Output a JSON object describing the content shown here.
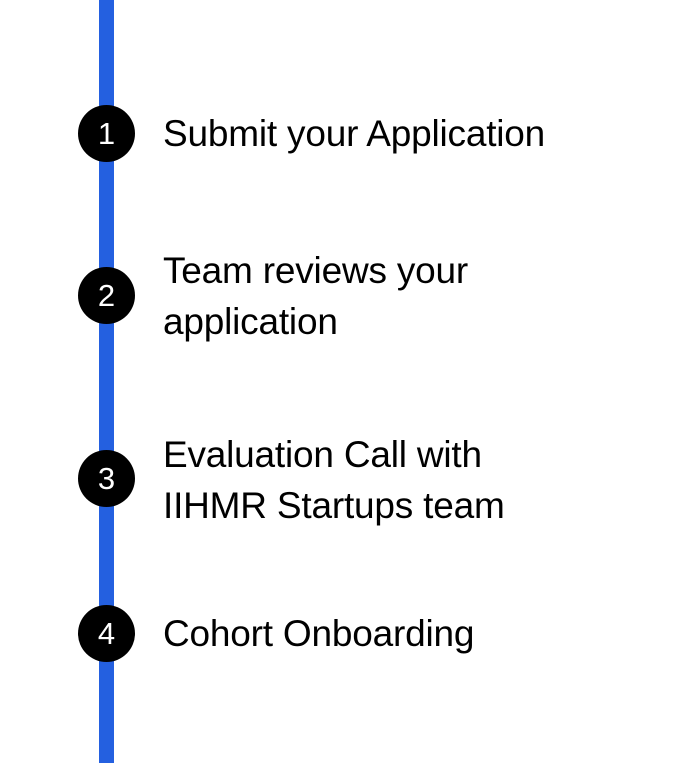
{
  "diagram": {
    "type": "vertical-timeline",
    "orientation": "vertical",
    "colors": {
      "rail": "#2460E0",
      "marker_background": "#000000",
      "marker_number": "#ffffff",
      "label_text": "#000000",
      "canvas_background": "#ffffff"
    },
    "steps": [
      {
        "number": "1",
        "label": "Submit your Application"
      },
      {
        "number": "2",
        "label": "Team reviews your\napplication"
      },
      {
        "number": "3",
        "label": "Evaluation Call with\nIIHMR Startups team"
      },
      {
        "number": "4",
        "label": "Cohort Onboarding"
      }
    ]
  }
}
